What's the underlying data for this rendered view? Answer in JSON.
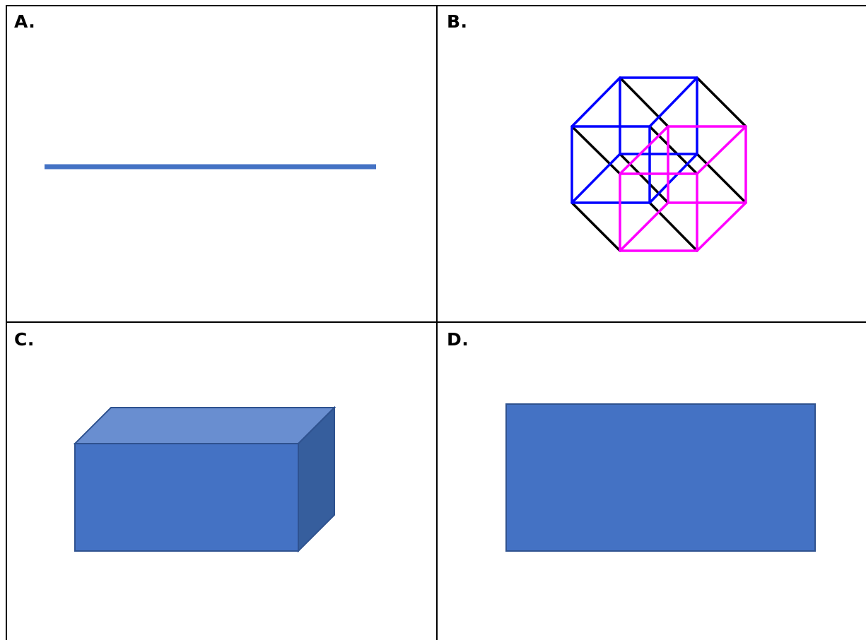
{
  "panels": [
    {
      "label": "A.",
      "shape": "line",
      "color": "#4472c4"
    },
    {
      "label": "B.",
      "shape": "tesseract",
      "colors": {
        "outer_cube": "#0000ff",
        "inner_cube": "#ff00ff",
        "connectors": "#000000"
      }
    },
    {
      "label": "C.",
      "shape": "rectangular-prism",
      "colors": {
        "front": "#4472c4",
        "top": "#698ed0",
        "side": "#365e9d",
        "edge": "#2f528f"
      }
    },
    {
      "label": "D.",
      "shape": "rectangle",
      "colors": {
        "fill": "#4472c4",
        "edge": "#2f528f"
      }
    }
  ]
}
